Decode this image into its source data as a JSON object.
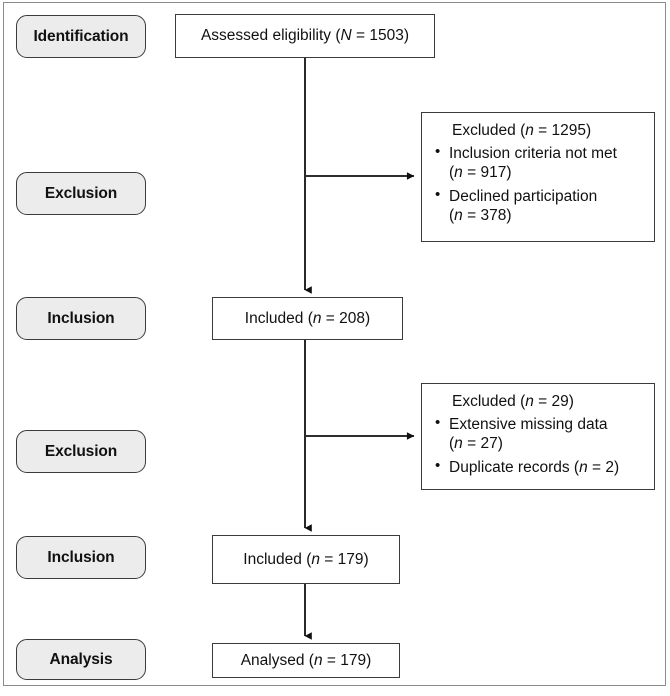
{
  "figure": {
    "type": "prisma-style-participant-flow-diagram",
    "frame_color": "#8c8c8c",
    "box_border_color": "#3b3b3b",
    "pill_fill_color": "#ececec",
    "text_color": "#111111"
  },
  "stages": [
    {
      "label": "Identification"
    },
    {
      "label": "Exclusion"
    },
    {
      "label": "Inclusion"
    },
    {
      "label": "Exclusion"
    },
    {
      "label": "Inclusion"
    },
    {
      "label": "Analysis"
    }
  ],
  "nodes": {
    "assessed": {
      "text_prefix": "Assessed eligibility (",
      "symbol": "N",
      "text_suffix": " = 1503)"
    },
    "included_208": {
      "text_prefix": "Included (",
      "symbol": "n",
      "text_suffix": " = 208)"
    },
    "included_179": {
      "text_prefix": "Included (",
      "symbol": "n",
      "text_suffix": " = 179)"
    },
    "analysed_179": {
      "text_prefix": "Analysed (",
      "symbol": "n",
      "text_suffix": " = 179)"
    }
  },
  "exclusions": [
    {
      "title_prefix": "Excluded (",
      "title_symbol": "n",
      "title_suffix": " = 1295)",
      "reasons": [
        {
          "text": "Inclusion criteria not met",
          "count_prefix": "(",
          "count_symbol": "n",
          "count_suffix": " = 917)",
          "wrap": true
        },
        {
          "text": "Declined participation",
          "count_prefix": "(",
          "count_symbol": "n",
          "count_suffix": " = 378)",
          "wrap": true
        }
      ]
    },
    {
      "title_prefix": "Excluded (",
      "title_symbol": "n",
      "title_suffix": " = 29)",
      "reasons": [
        {
          "text": "Extensive missing data",
          "count_prefix": "(",
          "count_symbol": "n",
          "count_suffix": " = 27)",
          "wrap": true
        },
        {
          "text": "Duplicate records ",
          "count_prefix": "(",
          "count_symbol": "n",
          "count_suffix": " = 2)",
          "wrap": false
        }
      ]
    }
  ],
  "flow_data": {
    "type": "flowchart",
    "assessed_eligibility_N": 1503,
    "excluded_stage1_n": 1295,
    "excluded_stage1_reasons": [
      {
        "reason": "Inclusion criteria not met",
        "n": 917
      },
      {
        "reason": "Declined participation",
        "n": 378
      }
    ],
    "included_stage1_n": 208,
    "excluded_stage2_n": 29,
    "excluded_stage2_reasons": [
      {
        "reason": "Extensive missing data",
        "n": 27
      },
      {
        "reason": "Duplicate records",
        "n": 2
      }
    ],
    "included_stage2_n": 179,
    "analysed_n": 179
  }
}
